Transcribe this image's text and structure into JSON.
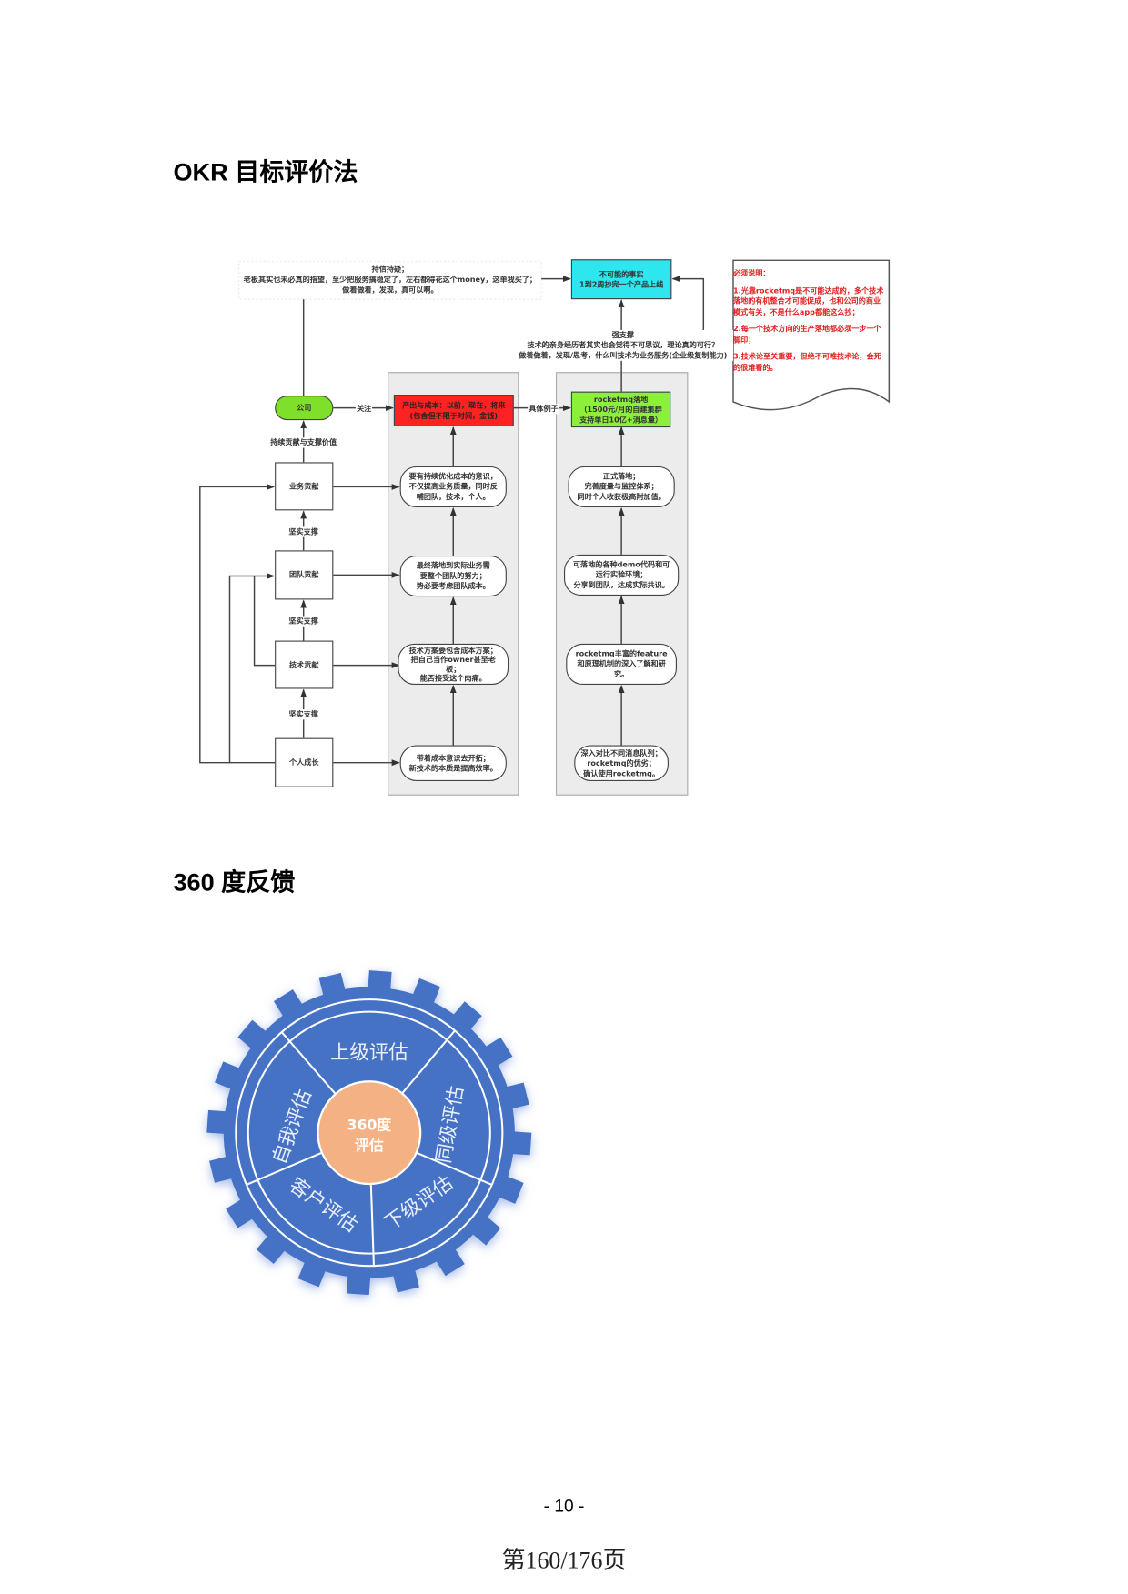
{
  "sections": {
    "okr_title": "OKR 目标评价法",
    "feedback_title": "360 度反馈"
  },
  "okr_diagram": {
    "top_note": [
      "持信持疑；",
      "老板其实也未必真的指望，至少把服务搞稳定了，左右都得花这个money，这单我买了；",
      "做着做着，发现，真可以啊。"
    ],
    "impossible_fact": [
      "不可能的事实",
      "1到2周抄完一个产品上线"
    ],
    "strong_support": [
      "强支撑",
      "技术的亲身经历者其实也会觉得不可思议，理论真的可行？",
      "做着做着，发现/思考，什么叫技术为业务服务(企业级复制能力)"
    ],
    "must_note": {
      "title": "必须说明：",
      "items": [
        "1.光靠rocketmq是不可能达成的，多个技术落地的有机整合才可能促成，也和公司的商业模式有关，不是什么app都能这么抄；",
        "2.每一个技术方向的生产落地都必须一步一个脚印；",
        "3.技术论至关重要，但绝不可唯技术论，会死的很难看的。"
      ]
    },
    "company": "公司",
    "focus_label": "关注",
    "output_cost": [
      "产出与成本：以前，现在，将来",
      "(包含但不限于时间，金钱)"
    ],
    "example_label": "具体例子",
    "rocketmq": [
      "rocketmq落地",
      "（1500元/月的自建集群",
      "支持单日10亿+消息量）"
    ],
    "sustain_label": "持续贡献与支撑价值",
    "support_label": "坚实支撑",
    "levels": [
      "业务贡献",
      "团队贡献",
      "技术贡献",
      "个人成长"
    ],
    "cost_notes": [
      [
        "要有持续优化成本的意识，",
        "不仅提高业务质量，同时反",
        "哺团队，技术，个人。"
      ],
      [
        "最终落地到实际业务需",
        "要整个团队的努力；",
        "势必要考虑团队成本。"
      ],
      [
        "技术方案要包含成本方案；",
        "把自己当作owner甚至老",
        "板；",
        "能否接受这个肉痛。"
      ],
      [
        "带着成本意识去开拓；",
        "新技术的本质是提高效率。"
      ]
    ],
    "rocketmq_notes": [
      [
        "正式落地；",
        "完善度量与监控体系；",
        "同时个人收获极高附加值。"
      ],
      [
        "可落地的各种demo代码和可",
        "运行实验环境；",
        "分享到团队，达成实际共识。"
      ],
      [
        "rocketmq丰富的feature",
        "和原理机制的深入了解和研",
        "究。"
      ],
      [
        "深入对比不同消息队列；",
        "rocketmq的优劣；",
        "确认使用rocketmq。"
      ]
    ]
  },
  "gear": {
    "center": [
      "360度",
      "评估"
    ],
    "segments": [
      "上级评估",
      "同级评估",
      "下级评估",
      "客户评估",
      "自我评估"
    ],
    "colors": {
      "body": "#4472C4",
      "center": "#F4B183",
      "line": "#ffffff"
    }
  },
  "footer": {
    "page_number": "- 10 -",
    "page_of": "第160/176页"
  }
}
